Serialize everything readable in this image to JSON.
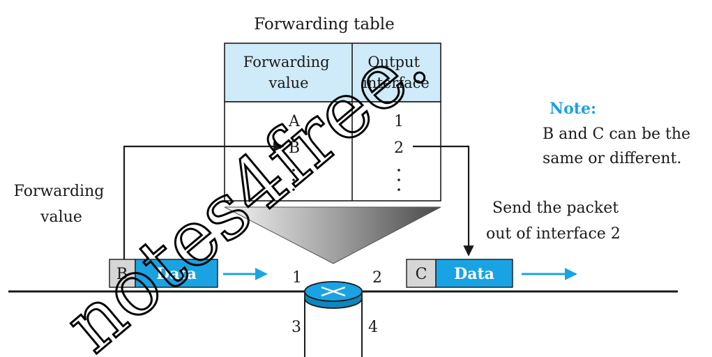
{
  "table": {
    "title": "Forwarding table",
    "headers": [
      "Forwarding\nvalue",
      "Output\ninterface"
    ],
    "rows": [
      {
        "value": "A",
        "interface": "1"
      },
      {
        "value": "B",
        "interface": "2"
      }
    ]
  },
  "note": {
    "heading": "Note:",
    "lines": [
      "B and C can be the",
      "same or different."
    ]
  },
  "labels": {
    "forwarding_value": [
      "Forwarding",
      "value"
    ],
    "send_packet": [
      "Send the packet",
      "out of interface 2"
    ]
  },
  "incoming_packet": {
    "header": "B",
    "payload": "Data"
  },
  "outgoing_packet": {
    "header": "C",
    "payload": "Data"
  },
  "router_interfaces": [
    "1",
    "2",
    "3",
    "4"
  ],
  "watermark": "notes4free.",
  "colors": {
    "table_header_bg": "#cfeaf8",
    "packet_header_bg": "#d6d6d6",
    "packet_payload_bg": "#1aa3e3",
    "arrow_blue": "#1aa3e3",
    "router_fill": "#1aa3e3",
    "funnel_light": "#f2f2f2",
    "funnel_dark": "#555555"
  }
}
